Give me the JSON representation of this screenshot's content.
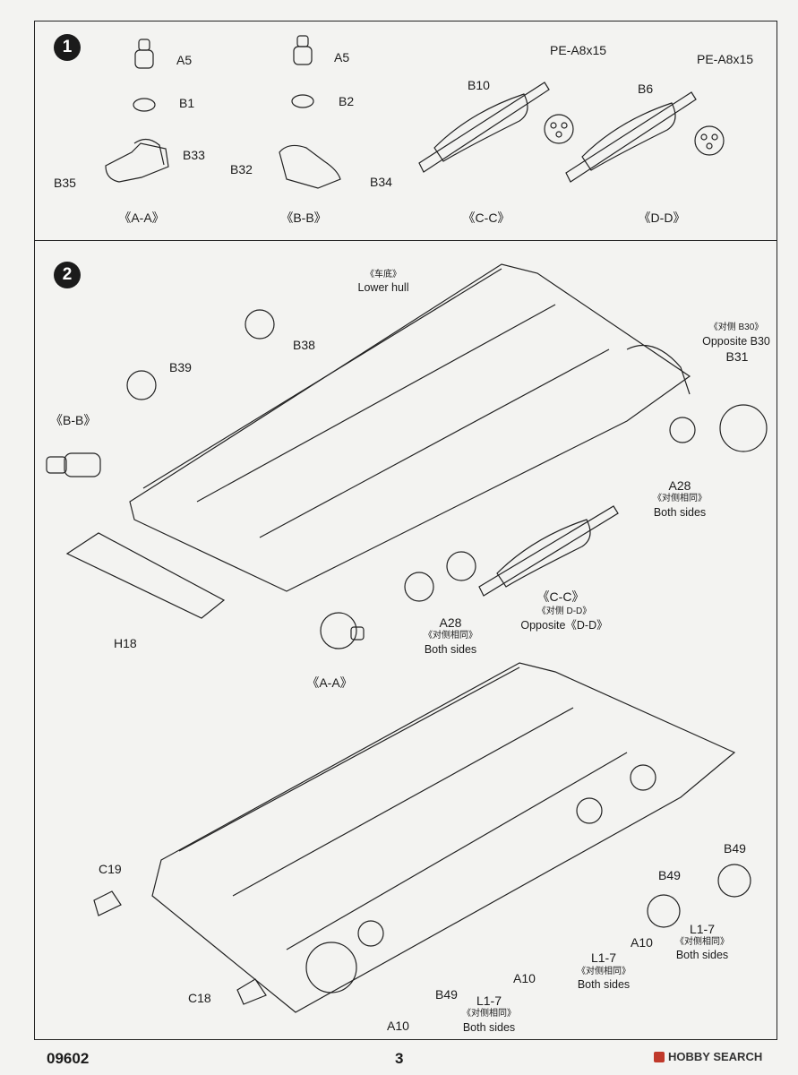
{
  "steps": [
    "1",
    "2"
  ],
  "step1": {
    "groups": [
      {
        "title": "《A-A》",
        "parts": [
          "A5",
          "B1",
          "B33",
          "B35"
        ]
      },
      {
        "title": "《B-B》",
        "parts": [
          "A5",
          "B2",
          "B32",
          "B34"
        ]
      },
      {
        "title": "《C-C》",
        "parts": [
          "B10",
          "PE-A8x15"
        ]
      },
      {
        "title": "《D-D》",
        "parts": [
          "B6",
          "PE-A8x15"
        ]
      }
    ]
  },
  "step2": {
    "lower_hull_cn": "《车底》",
    "lower_hull_en": "Lower hull",
    "opposite_cn": "《对侧 B30》",
    "opposite_en": "Opposite B30",
    "b31": "B31",
    "b38": "B38",
    "b39": "B39",
    "bb": "《B-B》",
    "a28": "A28",
    "both_cn": "《对侧相同》",
    "both_en": "Both sides",
    "h18": "H18",
    "aa": "《A-A》",
    "cc": "《C-C》",
    "opp_dd_cn": "《对侧  D-D》",
    "opp_dd_en": "Opposite《D-D》",
    "c19": "C19",
    "c18": "C18",
    "b49": "B49",
    "a10": "A10",
    "l17": "L1-7"
  },
  "footer": {
    "code": "09602",
    "page": "3",
    "brand": "HOBBY SEARCH"
  }
}
